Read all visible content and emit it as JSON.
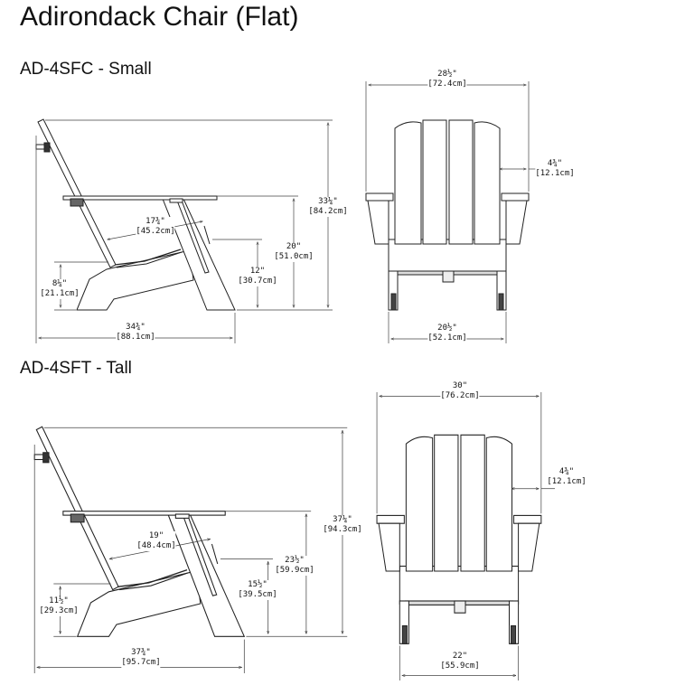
{
  "title": "Adirondack Chair (Flat)",
  "models": [
    {
      "name": "AD-4SFC - Small",
      "side": {
        "height": {
          "in": "33¼\"",
          "cm": "[84.2cm]"
        },
        "arm_height": {
          "in": "20\"",
          "cm": "[51.0cm]"
        },
        "seat_front_height": {
          "in": "12\"",
          "cm": "[30.7cm]"
        },
        "seat_rear_height": {
          "in": "8¼\"",
          "cm": "[21.1cm]"
        },
        "seat_depth": {
          "in": "17¾\"",
          "cm": "[45.2cm]"
        },
        "depth": {
          "in": "34¾\"",
          "cm": "[88.1cm]"
        }
      },
      "front": {
        "width": {
          "in": "28½\"",
          "cm": "[72.4cm]"
        },
        "arm_width": {
          "in": "4¾\"",
          "cm": "[12.1cm]"
        },
        "seat_width": {
          "in": "20½\"",
          "cm": "[52.1cm]"
        }
      }
    },
    {
      "name": "AD-4SFT - Tall",
      "side": {
        "height": {
          "in": "37¼\"",
          "cm": "[94.3cm]"
        },
        "arm_height": {
          "in": "23½\"",
          "cm": "[59.9cm]"
        },
        "seat_front_height": {
          "in": "15½\"",
          "cm": "[39.5cm]"
        },
        "seat_rear_height": {
          "in": "11½\"",
          "cm": "[29.3cm]"
        },
        "seat_depth": {
          "in": "19\"",
          "cm": "[48.4cm]"
        },
        "depth": {
          "in": "37¾\"",
          "cm": "[95.7cm]"
        }
      },
      "front": {
        "width": {
          "in": "30\"",
          "cm": "[76.2cm]"
        },
        "arm_width": {
          "in": "4¾\"",
          "cm": "[12.1cm]"
        },
        "seat_width": {
          "in": "22\"",
          "cm": "[55.9cm]"
        }
      }
    }
  ]
}
